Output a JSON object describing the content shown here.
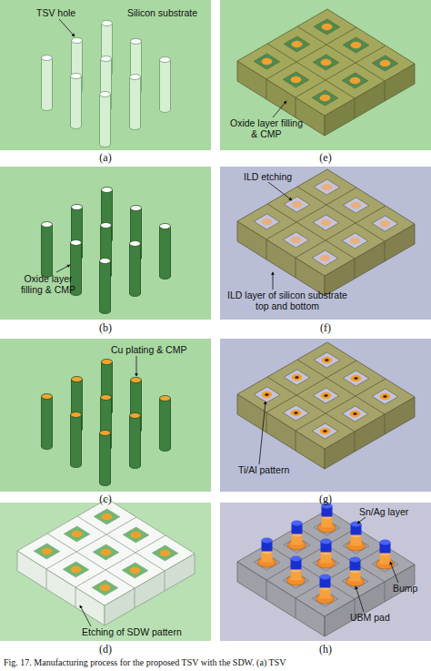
{
  "diagram": {
    "caption": "Fig. 17. Manufacturing process for the proposed TSV with the SDW. (a) TSV",
    "labels": [
      "TSV hole",
      "Silicon substrate",
      "(a)",
      "Oxide layer filling & CMP",
      "(b)",
      "Cu plating & CMP",
      "(c)",
      "Etching of SDW pattern",
      "(d)",
      "Oxide layer filling & CMP",
      "(e)",
      "ILD etching",
      "ILD layer of silicon substrate top and bottom",
      "(f)",
      "Ti/Al pattern",
      "(g)",
      "Sn/Ag layer",
      "Bump",
      "UBM pad",
      "(h)"
    ]
  }
}
